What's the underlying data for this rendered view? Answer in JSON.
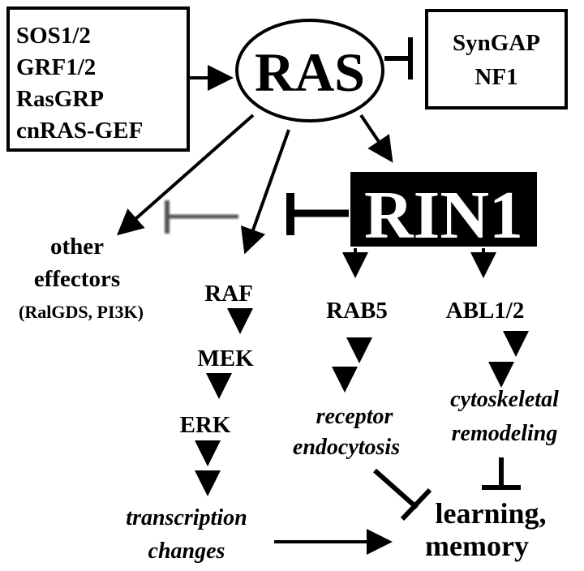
{
  "gef_box": {
    "items": [
      "SOS1/2",
      "GRF1/2",
      "RasGRP",
      "cnRAS-GEF"
    ]
  },
  "gap_box": {
    "items": [
      "SynGAP",
      "NF1"
    ]
  },
  "ras": {
    "label": "RAS"
  },
  "rin1": {
    "label": "RIN1"
  },
  "other_effectors": {
    "line1": "other",
    "line2": "effectors",
    "line3": "(RalGDS, PI3K)"
  },
  "raf_pathway": {
    "raf": "RAF",
    "mek": "MEK",
    "erk": "ERK",
    "outcome_line1": "transcription",
    "outcome_line2": "changes"
  },
  "rab5_pathway": {
    "rab5": "RAB5",
    "outcome_line1": "receptor",
    "outcome_line2": "endocytosis"
  },
  "abl_pathway": {
    "abl": "ABL1/2",
    "outcome_line1": "cytoskeletal",
    "outcome_line2": "remodeling"
  },
  "final_outcome": {
    "line1": "learning,",
    "line2": "memory"
  },
  "colors": {
    "ink": "#000000",
    "background": "#ffffff",
    "faded_inhibition": "#555555"
  }
}
